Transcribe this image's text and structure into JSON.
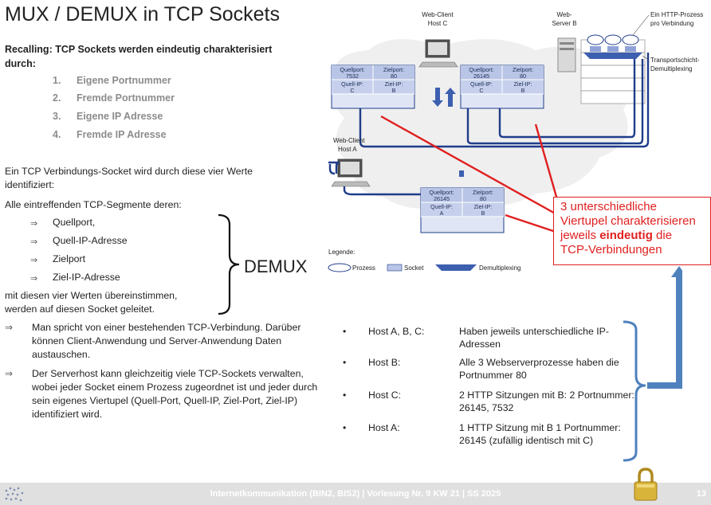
{
  "title": "MUX / DEMUX in TCP Sockets",
  "intro": "Recalling: TCP Sockets werden eindeutig charakterisiert durch:",
  "numbered": [
    {
      "num": "1.",
      "text": "Eigene Portnummer"
    },
    {
      "num": "2.",
      "text": "Fremde Portnummer"
    },
    {
      "num": "3.",
      "text": "Eigene IP Adresse"
    },
    {
      "num": "4.",
      "text": "Fremde IP Adresse"
    }
  ],
  "para1": "Ein TCP Verbindungs-Socket wird durch diese vier Werte identifiziert:",
  "para2": "Alle eintreffenden TCP-Segmente deren:",
  "arrow_items": [
    "Quellport,",
    "Quell-IP-Adresse",
    "Zielport",
    "Ziel-IP-Adresse"
  ],
  "para3": "mit diesen vier Werten übereinstimmen, werden auf diesen Socket geleitet.",
  "demux_label": "DEMUX",
  "implications": [
    "Man spricht von einer bestehenden TCP-Verbindung. Darüber können Client-Anwendung und Server-Anwendung Daten austauschen.",
    "Der Serverhost kann gleichzeitig viele TCP-Sockets verwalten, wobei jeder Socket einem Prozess zugeordnet ist und jeder durch sein eigenes Viertupel (Quell-Port, Quell-IP, Ziel-Port, Ziel-IP) identifiziert wird."
  ],
  "hosts": [
    {
      "host": "Host A, B, C:",
      "desc": "Haben jeweils unterschiedliche IP-Adressen"
    },
    {
      "host": "Host B:",
      "desc": "Alle 3 Webserverprozesse haben die Portnummer 80"
    },
    {
      "host": "Host C:",
      "desc": "2 HTTP Sitzungen mit B: 2 Portnummer: 26145, 7532"
    },
    {
      "host": "Host A:",
      "desc": "1 HTTP Sitzung mit B 1 Portnummer: 26145 (zufällig identisch mit C)"
    }
  ],
  "callout": {
    "line1": "3 unterschiedliche",
    "line2": "Viertupel charakterisieren",
    "line3_pre": "jeweils ",
    "line3_bold": "eindeutig",
    "line3_post": " die",
    "line4": "TCP-Verbindungen"
  },
  "diagram": {
    "web_client_c": "Web-Client",
    "host_c": "Host C",
    "web_server": "Web-",
    "server_b": "Server B",
    "http_process": "Ein HTTP-Prozess",
    "per_connection": "pro Verbindung",
    "transport_demux": "Transportschicht-",
    "demultiplexing": "Demultiplexing",
    "web_client_a": "Web-Client",
    "host_a": "Host A",
    "legend": "Legende:",
    "legend_process": "Prozess",
    "legend_socket": "Socket",
    "legend_demux": "Demultiplexing",
    "sockets": [
      {
        "qp_label": "Quellport:",
        "qp": "7532",
        "zp_label": "Zielport:",
        "zp": "80",
        "qip_label": "Quell-IP:",
        "qip": "C",
        "zip_label": "Ziel-IP:",
        "zip": "B"
      },
      {
        "qp_label": "Quellport:",
        "qp": "26145",
        "zp_label": "Zielport:",
        "zp": "80",
        "qip_label": "Quell-IP:",
        "qip": "C",
        "zip_label": "Ziel-IP:",
        "zip": "B"
      },
      {
        "qp_label": "Quellport:",
        "qp": "26145",
        "zp_label": "Zielport:",
        "zp": "80",
        "qip_label": "Quell-IP:",
        "qip": "A",
        "zip_label": "Ziel-IP:",
        "zip": "B"
      }
    ]
  },
  "footer": {
    "text": "Internetkommunikation (BIN2, BIS2) | Vorlesung Nr. 9 KW 21 | SS 2025",
    "page": "13"
  },
  "colors": {
    "accent_red": "#e02020",
    "diagram_blue": "#1f3d8a",
    "socket_fill": "#b9c5e6",
    "bracket_blue": "#4f81bd"
  }
}
